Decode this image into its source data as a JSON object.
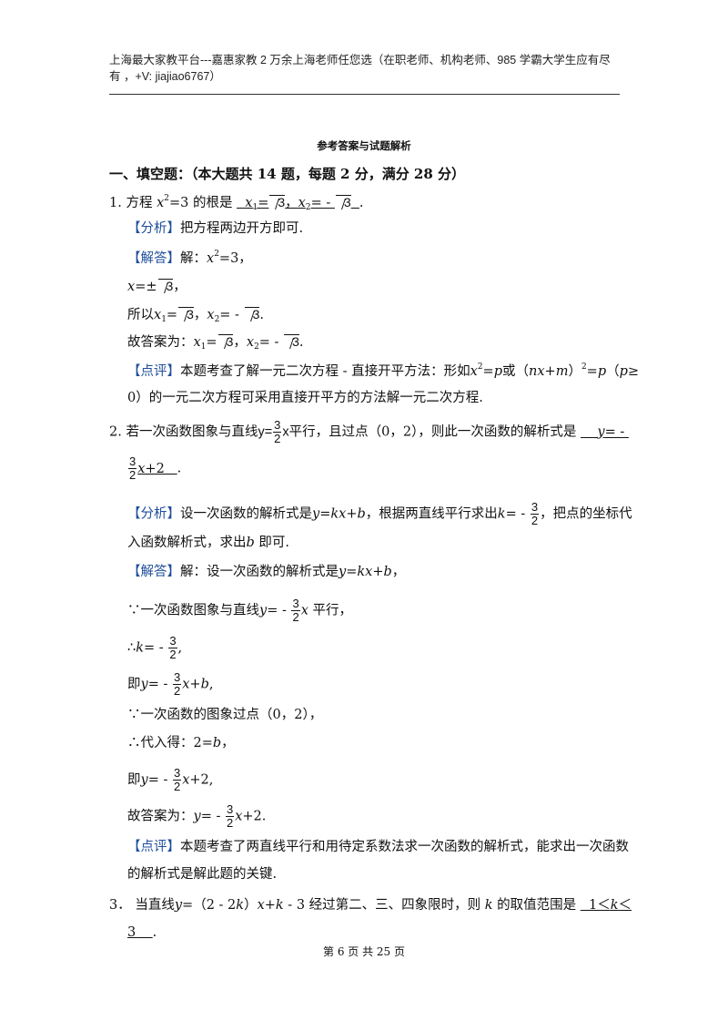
{
  "header": {
    "line1": "上海最大家教平台---嘉惠家教 2 万余上海老师任您选（在职老师、机构老师、985 学霸大学生应有尽",
    "line2": "有 ，+V: jiajiao6767）"
  },
  "title": "参考答案与试题解析",
  "section1": "一、填空题：（本大题共 14 题，每题 2 分，满分 28 分）",
  "tags": {
    "analysis": "【分析】",
    "answer": "【解答】",
    "comment": "【点评】"
  },
  "q1": {
    "num": "1.",
    "stem": "方程",
    "stem2": "=3 的根是",
    "analysis": "把方程两边开方即可.",
    "ans_prefix": "解：",
    "l3_prefix": "所以",
    "l4_prefix": "故答案为：",
    "comment1": "本题考查了解一元二次方程 - 直接开平方法：形如",
    "comment1b": "或（",
    "comment1c": "（",
    "comment2": "0）的一元二次方程可采用直接开平方的方法解一元二次方程."
  },
  "q2": {
    "num": "2.",
    "stem": "若一次函数图象与直线",
    "stem2": "平行，且过点（0，2），则此一次函数的解析式是",
    "analysis1": "设一次函数的解析式是",
    "analysis1b": "，根据两直线平行求出",
    "analysis1c": "，把点的坐标代",
    "analysis2": "入函数解析式，求出",
    "analysis2b": "即可.",
    "ans1": "解：设一次函数的解析式是",
    "l2": "∵一次函数图象与直线",
    "l2b": "平行，",
    "l3": "∴",
    "l4": "即",
    "l5": "∵一次函数的图象过点（0，2），",
    "l6": "∴代入得：2=",
    "l7": "即",
    "l8": "故答案为：",
    "comment1": "本题考查了两直线平行和用待定系数法求一次函数的解析式，能求出一次函数",
    "comment2": "的解析式是解此题的关键."
  },
  "q3": {
    "num": "3．",
    "stem": "当直线",
    "stem2": "经过第二、三、四象限时，则",
    "stem3": "的取值范围是",
    "answer_a": "1＜",
    "answer_b": "＜",
    "answer_c": "3"
  },
  "footer": "第 6 页 共 25 页"
}
